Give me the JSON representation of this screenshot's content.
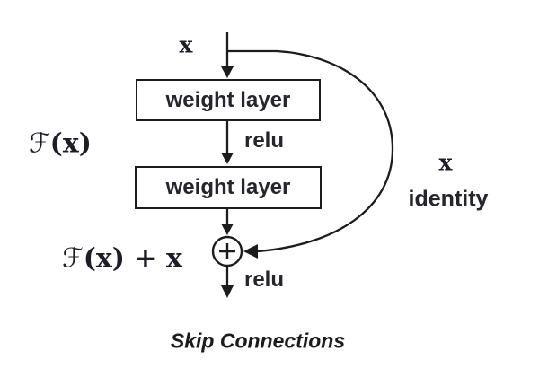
{
  "diagram": {
    "title": "Skip Connections",
    "input_label": "x",
    "layer1_label": "weight layer",
    "layer2_label": "weight layer",
    "relu_mid_label": "relu",
    "relu_out_label": "relu",
    "residual_label": {
      "f": "ℱ",
      "args": "(x)"
    },
    "output_label": {
      "f": "ℱ",
      "args": "(x) + x"
    },
    "skip_label_x": "x",
    "skip_label_identity": "identity",
    "icons": {
      "add_node": "circled-plus"
    },
    "colors": {
      "line": "#1c1c1c",
      "text": "#25252e",
      "math_text": "#1d1d28",
      "background": "#ffffff"
    }
  }
}
